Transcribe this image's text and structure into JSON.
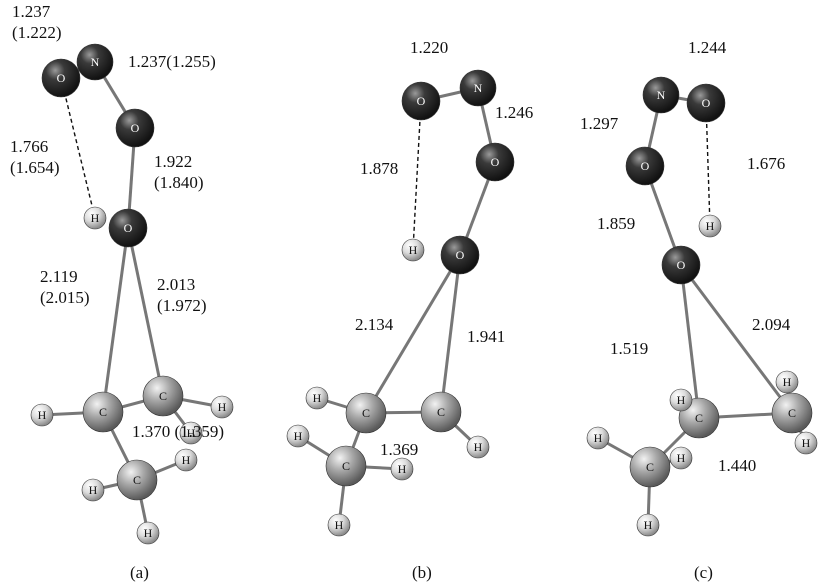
{
  "panels": [
    {
      "caption": "(a)",
      "labels": {
        "on_top": "1.237\n(1.222)",
        "nn_o": "1.237(1.255)",
        "hbond": "1.766\n(1.654)",
        "o_o": "1.922\n(1.840)",
        "c1_o": "2.119\n(2.015)",
        "c2_o": "2.013\n(1.972)",
        "cc": "1.370 (1.359)"
      }
    },
    {
      "caption": "(b)",
      "labels": {
        "on_top": "1.220",
        "nn_o": "1.246",
        "hbond": "1.878",
        "c1_o": "2.134",
        "c2_o": "1.941",
        "cc": "1.369"
      }
    },
    {
      "caption": "(c)",
      "labels": {
        "on_top": "1.244",
        "nn_o": "1.297",
        "hbond": "1.676",
        "o_o": "1.859",
        "c1_o": "1.519",
        "c2_o": "2.094",
        "cc": "1.440"
      }
    }
  ],
  "atom_letters": {
    "oxygen": "O",
    "nitrogen": "N",
    "carbon": "C",
    "hydrogen": "H"
  },
  "colors": {
    "oxygen": "#1e1e1e",
    "carbon": "#9a9a9a",
    "hydrogen": "#d6d6d6"
  }
}
